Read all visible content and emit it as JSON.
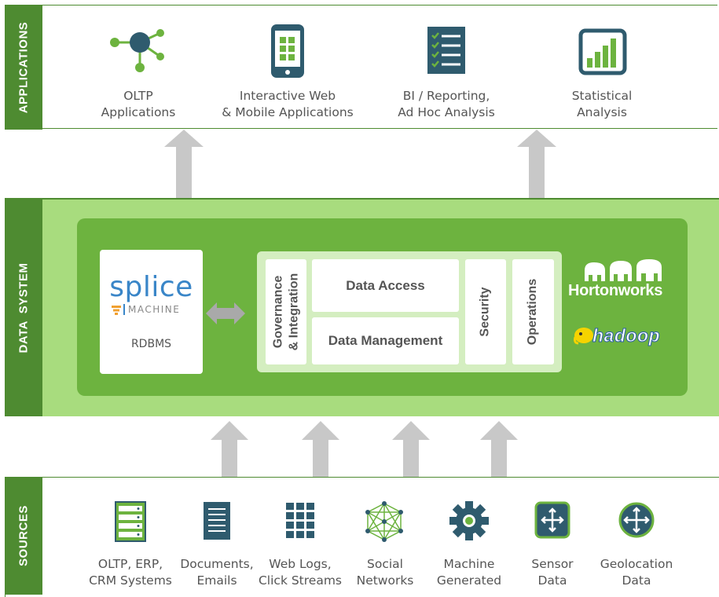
{
  "bands": {
    "applications": "APPLICATIONS",
    "data_system": "DATA  SYSTEM",
    "sources": "SOURCES"
  },
  "applications": [
    {
      "icon": "network-node-icon",
      "line1": "OLTP",
      "line2": "Applications"
    },
    {
      "icon": "mobile-app-icon",
      "line1": "Interactive Web",
      "line2": "& Mobile Applications"
    },
    {
      "icon": "checklist-icon",
      "line1": "BI / Reporting,",
      "line2": "Ad Hoc Analysis"
    },
    {
      "icon": "bar-chart-icon",
      "line1": "Statistical",
      "line2": "Analysis"
    }
  ],
  "data_system": {
    "splice": {
      "logo_word": "splice",
      "logo_sub": "MACHINE",
      "label": "RDBMS"
    },
    "governance": {
      "line1": "Governance",
      "line2": "& Integration"
    },
    "data_access": "Data Access",
    "data_management": "Data Management",
    "security": "Security",
    "operations": "Operations",
    "hortonworks": "Hortonworks",
    "hadoop": "hadoop"
  },
  "sources": [
    {
      "icon": "server-rack-icon",
      "line1": "OLTP, ERP,",
      "line2": "CRM Systems"
    },
    {
      "icon": "document-icon",
      "line1": "Documents,",
      "line2": "Emails"
    },
    {
      "icon": "grid-icon",
      "line1": "Web Logs,",
      "line2": "Click Streams"
    },
    {
      "icon": "social-network-icon",
      "line1": "Social",
      "line2": "Networks"
    },
    {
      "icon": "gear-icon",
      "line1": "Machine",
      "line2": "Generated"
    },
    {
      "icon": "sensor-icon",
      "line1": "Sensor",
      "line2": "Data"
    },
    {
      "icon": "geolocation-icon",
      "line1": "Geolocation",
      "line2": "Data"
    }
  ],
  "colors": {
    "dark_green": "#4e8b31",
    "mid_green": "#6db33f",
    "light_green": "#a8dc7e",
    "arrow_gray": "#c8c8c8",
    "icon_teal": "#2f5b6e"
  }
}
